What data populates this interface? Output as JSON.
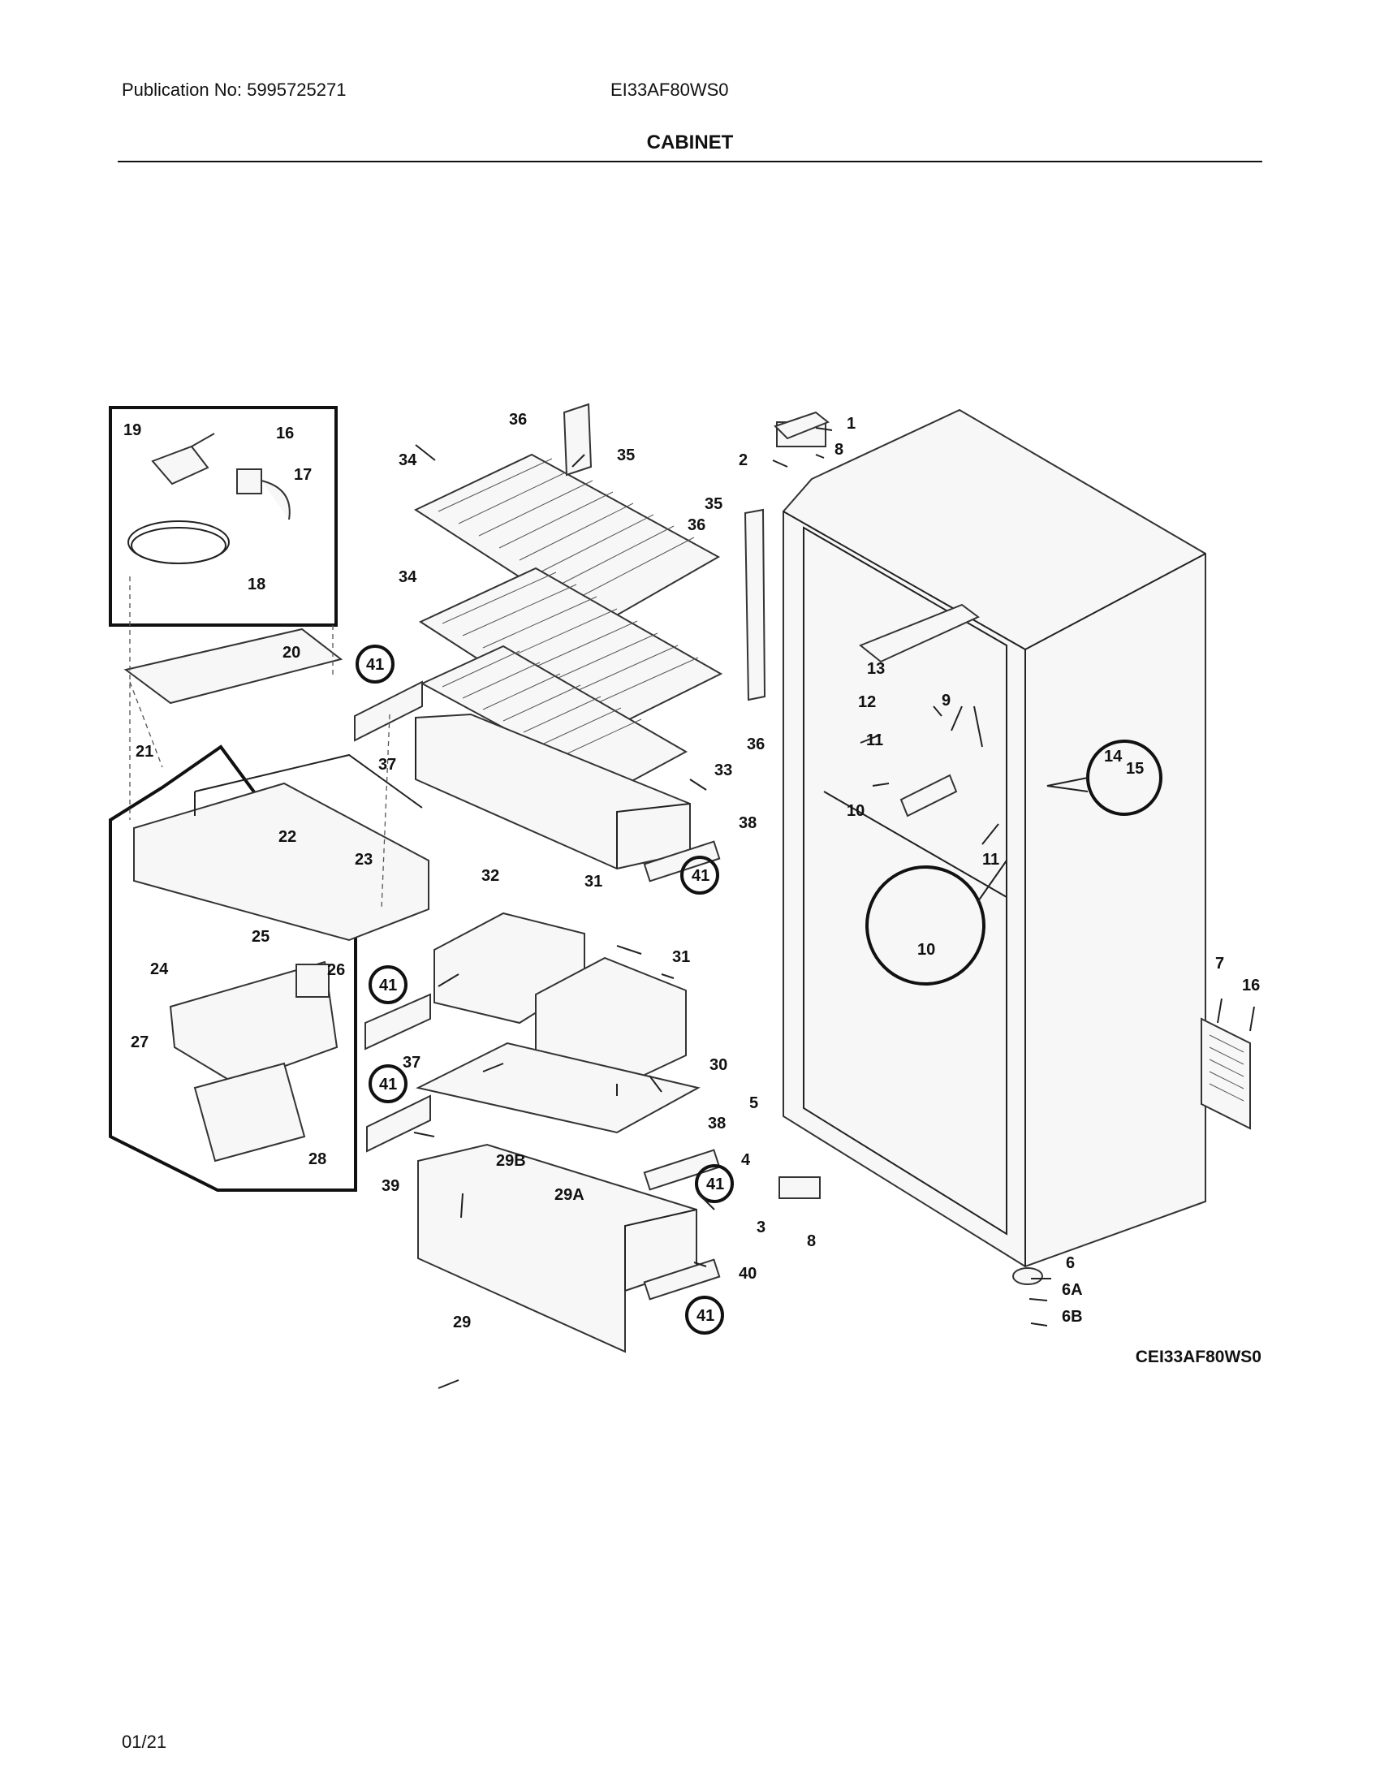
{
  "header": {
    "publication": "Publication No: 5995725271",
    "model": "EI33AF80WS0",
    "title": "CABINET"
  },
  "diagram": {
    "code": "CEI33AF80WS0",
    "callouts": [
      "1",
      "2",
      "3",
      "4",
      "5",
      "6",
      "6A",
      "6B",
      "7",
      "8",
      "8",
      "9",
      "10",
      "10",
      "11",
      "11",
      "12",
      "13",
      "14",
      "15",
      "16",
      "16",
      "17",
      "18",
      "19",
      "20",
      "21",
      "22",
      "23",
      "24",
      "25",
      "26",
      "27",
      "28",
      "29",
      "29A",
      "29B",
      "30",
      "31",
      "31",
      "32",
      "33",
      "34",
      "34",
      "35",
      "35",
      "36",
      "36",
      "36",
      "37",
      "37",
      "38",
      "38",
      "39",
      "40",
      "41",
      "41",
      "41",
      "41",
      "41",
      "41"
    ]
  },
  "footer": {
    "date": "01/21"
  }
}
